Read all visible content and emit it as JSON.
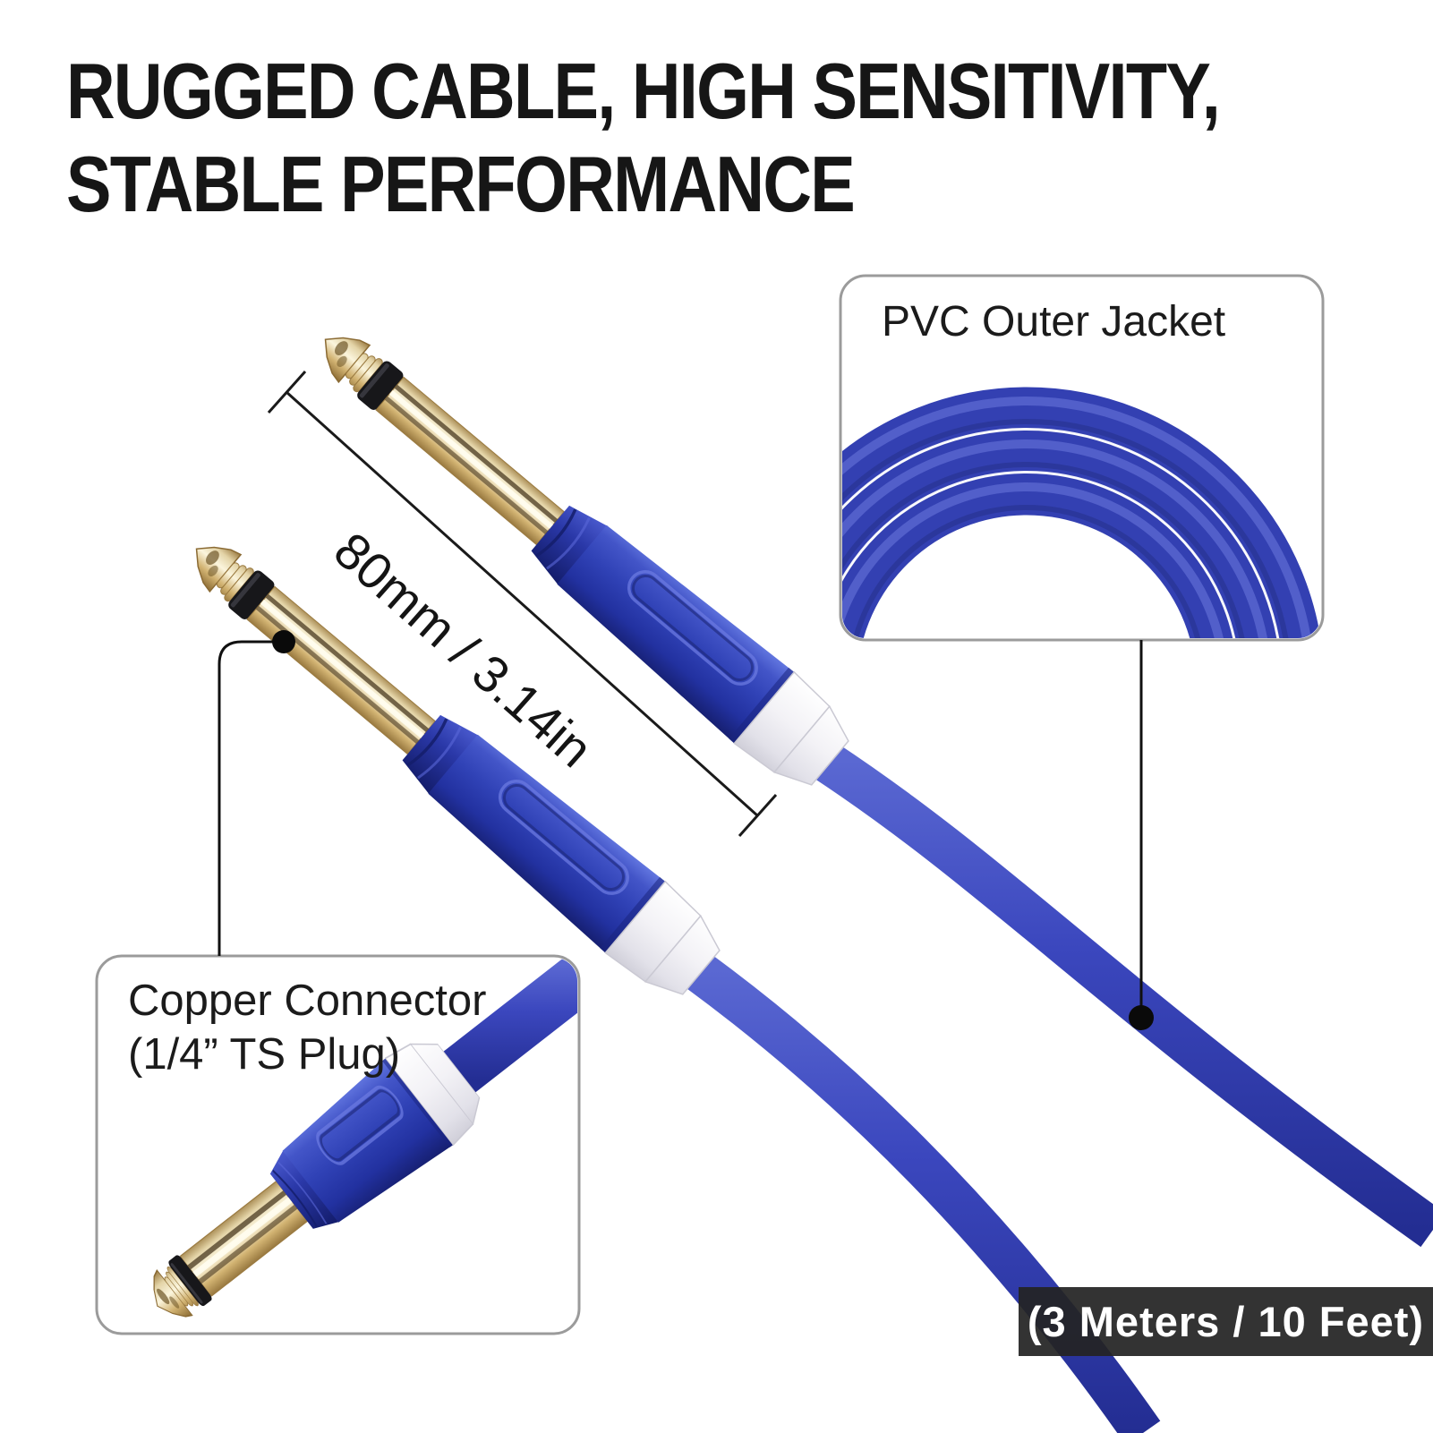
{
  "title": {
    "line1": "RUGGED CABLE, HIGH SENSITIVITY,",
    "line2": "STABLE PERFORMANCE"
  },
  "measurement": {
    "label": "80mm / 3.14in"
  },
  "callouts": {
    "pvc_jacket": {
      "label": "PVC Outer Jacket"
    },
    "copper_connector": {
      "line1": "Copper Connector",
      "line2": "(1/4” TS Plug)"
    }
  },
  "badge": {
    "label": "(3 Meters / 10 Feet)"
  },
  "colors": {
    "cable_blue": "#3a46bb",
    "connector_blue": "#3042b6",
    "gold_plating": "#d9bd80",
    "strain_relief_white": "#f3f2f6",
    "callout_border": "#9b9b9b",
    "leader_line": "#111111",
    "badge_background": "#242424",
    "badge_text": "#ffffff",
    "title_text": "#161616"
  }
}
